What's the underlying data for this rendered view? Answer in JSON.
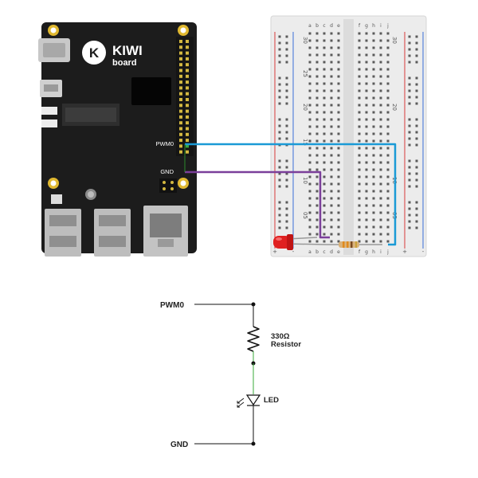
{
  "board": {
    "brand_top": "KIWI",
    "brand_bottom": "board",
    "logo_letter": "K",
    "pin_pwm_label": "PWM0",
    "pin_gnd_label": "GND"
  },
  "breadboard": {
    "row_numbers": [
      "30",
      "25",
      "20",
      "15",
      "10",
      "05"
    ],
    "column_letters_left": [
      "a",
      "b",
      "c",
      "d",
      "e"
    ],
    "column_letters_right": [
      "f",
      "g",
      "h",
      "i",
      "j"
    ],
    "rail_signs": [
      "+",
      "-"
    ]
  },
  "schematic": {
    "top_label": "PWM0",
    "resistor_value": "330Ω",
    "resistor_label": "Resistor",
    "led_label": "LED",
    "bottom_label": "GND"
  },
  "colors": {
    "board": "#1c1c1c",
    "pwm_wire": "#1a9ad6",
    "gnd_wire": "#7b3f9a",
    "led": "#e02020",
    "schematic_line_black": "#111111",
    "schematic_line_green": "#3aa83a",
    "rail_red": "#d83a3a",
    "rail_blue": "#3a6ed8"
  }
}
